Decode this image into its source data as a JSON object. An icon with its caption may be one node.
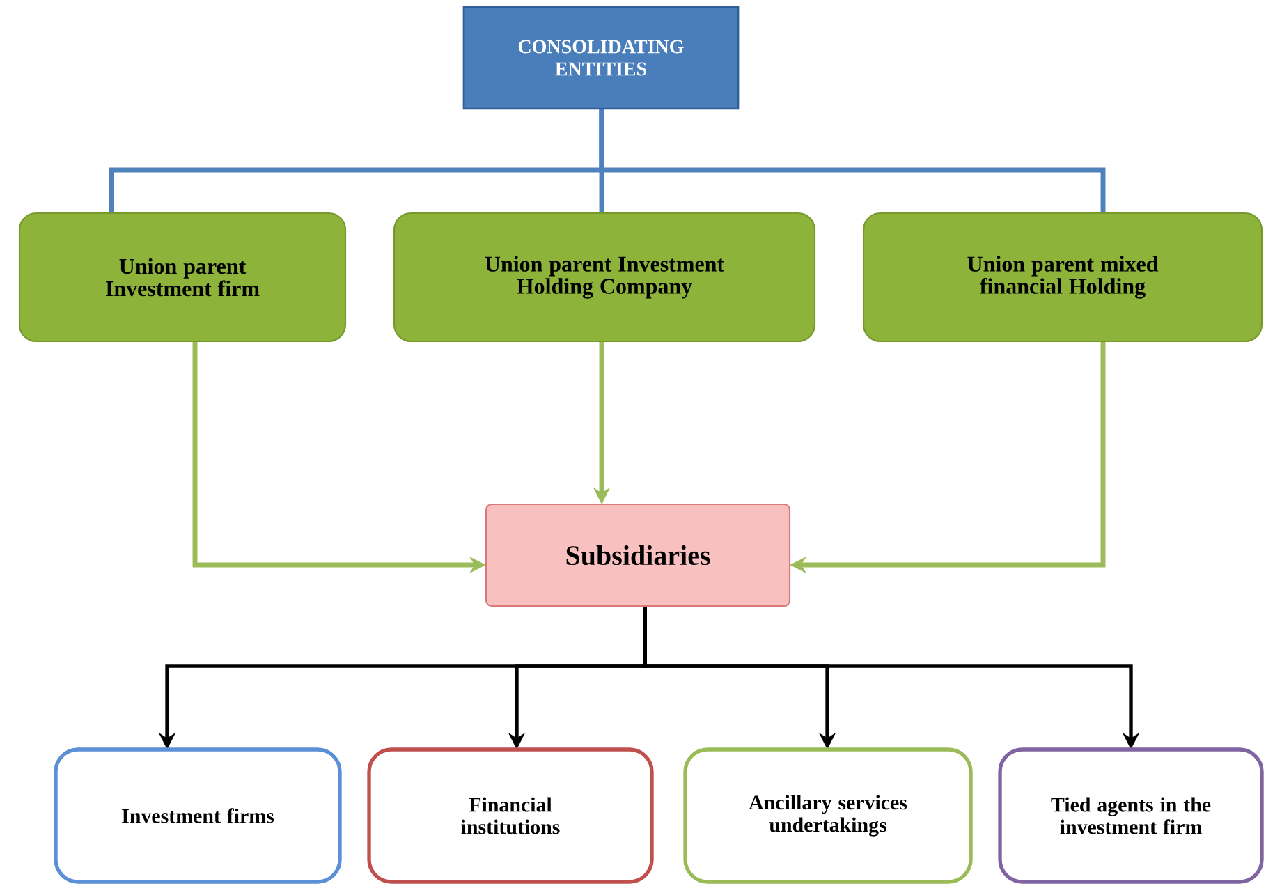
{
  "diagram": {
    "nodes": [
      {
        "text": [
          "CONSOLIDATING ENTITIES"
        ]
      },
      {
        "text": [
          "Union parent Investment firm"
        ]
      },
      {
        "text": [
          "Union parent Investment Holding Company"
        ]
      },
      {
        "text": [
          "Union parent mixed financial Holding"
        ]
      },
      {
        "text": [
          "Subsidiaries"
        ]
      },
      {
        "text": [
          "Investment firms"
        ]
      },
      {
        "text": [
          "Financial institutions"
        ]
      },
      {
        "text": [
          "Ancillary services undertakings"
        ]
      },
      {
        "text": [
          "Tied agents in the investment firm"
        ]
      }
    ],
    "edges": [
      {
        "from": 0,
        "to": 1,
        "arrow": "none",
        "color": "#4f81bd"
      },
      {
        "from": 0,
        "to": 2,
        "arrow": "none",
        "color": "#4f81bd"
      },
      {
        "from": 0,
        "to": 3,
        "arrow": "none",
        "color": "#4f81bd"
      },
      {
        "from": 1,
        "to": 4,
        "arrow": "to",
        "color": "#9bbb59"
      },
      {
        "from": 2,
        "to": 4,
        "arrow": "to",
        "color": "#9bbb59"
      },
      {
        "from": 3,
        "to": 4,
        "arrow": "to",
        "color": "#9bbb59"
      },
      {
        "from": 4,
        "to": 5,
        "arrow": "to"
      },
      {
        "from": 4,
        "to": 6,
        "arrow": "to"
      },
      {
        "from": 4,
        "to": 7,
        "arrow": "to"
      },
      {
        "from": 4,
        "to": 8,
        "arrow": "to"
      }
    ]
  }
}
